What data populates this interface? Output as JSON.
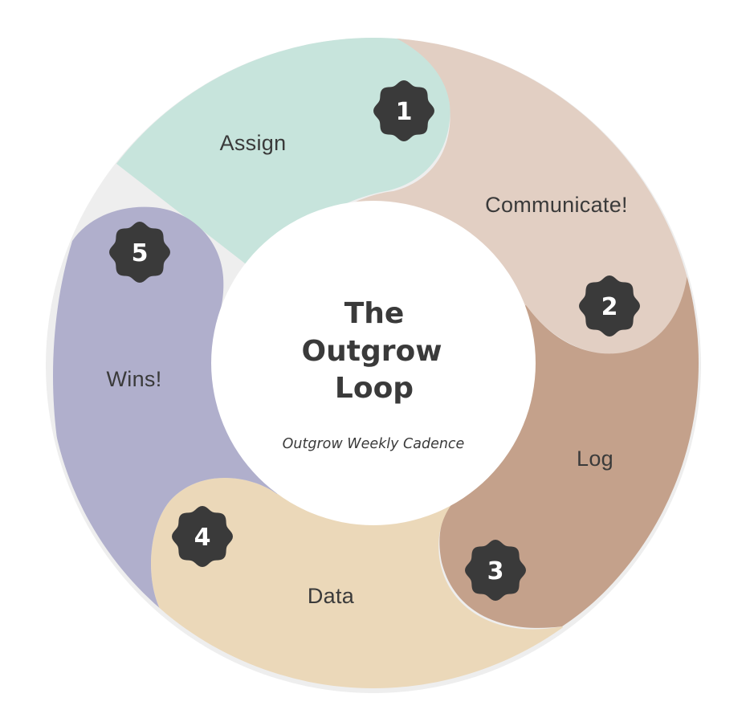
{
  "title": {
    "lines": [
      "The",
      "Outgrow",
      "Loop"
    ],
    "subtitle": "Outgrow Weekly Cadence"
  },
  "steps": [
    {
      "number": "1",
      "label": "Assign",
      "color": "#c7e4dc"
    },
    {
      "number": "2",
      "label": "Communicate!",
      "color": "#e2cfc3"
    },
    {
      "number": "3",
      "label": "Log",
      "color": "#c4a18b"
    },
    {
      "number": "4",
      "label": "Data",
      "color": "#ebd8b9"
    },
    {
      "number": "5",
      "label": "Wins!",
      "color": "#b0afcc"
    }
  ],
  "colors": {
    "badge": "#3a3a3a",
    "text": "#3a3a3a",
    "center": "#ffffff"
  }
}
